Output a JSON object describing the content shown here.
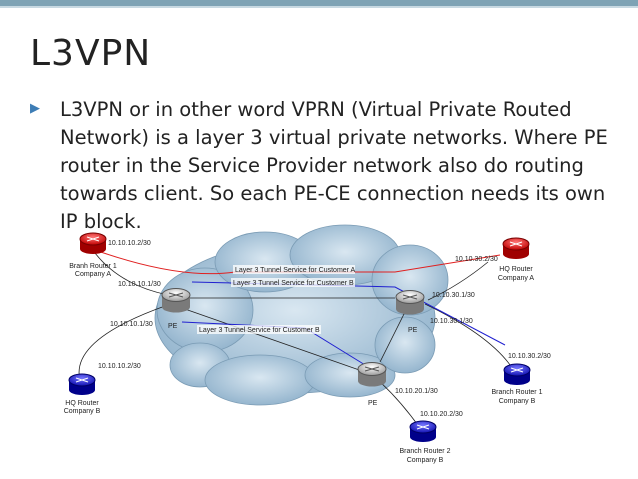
{
  "slide": {
    "title": "L3VPN",
    "bullet": "L3VPN or in other word VPRN (Virtual Private Routed Network) is a layer 3 virtual private networks. Where PE router in the Service Provider network also do routing towards client. So each PE-CE connection needs its own IP block."
  },
  "diagram": {
    "nodes": {
      "branch1_a": [
        "Branh Router 1",
        "Company A"
      ],
      "hq_a": [
        "HQ Router",
        "Company A"
      ],
      "hq_b": [
        "HQ Router",
        "Company B"
      ],
      "branch1_b": [
        "Branch Router 1",
        "Company B"
      ],
      "branch2_b": [
        "Branch Router 2",
        "Company B"
      ],
      "pe_left": "PE",
      "pe_right": "PE",
      "pe_bottom": "PE"
    },
    "links": {
      "l1": "10.10.10.2/30",
      "l2": "10.10.10.1/30",
      "l3": "10.10.10.1/30",
      "l4": "10.10.10.2/30",
      "l5": "10.10.30.2/30",
      "l6": "10.10.30.1/30",
      "l7": "10.10.30.1/30",
      "l8": "10.10.30.2/30",
      "l9": "10.10.20.1/30",
      "l10": "10.10.20.2/30"
    },
    "tunnels": {
      "t1": "Layer 3 Tunnel Service for Customer A",
      "t2": "Layer 3 Tunnel Service for Customer B",
      "t3": "Layer 3 Tunnel Service for Customer B"
    },
    "colors": {
      "company_a": "#e02020",
      "company_b": "#2020d0",
      "pe": "#c0c0c0",
      "cloud": "#a9c6dc"
    }
  }
}
